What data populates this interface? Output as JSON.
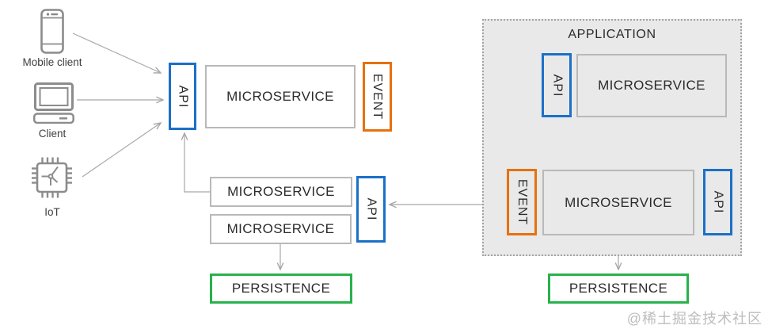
{
  "labels": {
    "application": "APPLICATION",
    "microservice": "MICROSERVICE",
    "api": "API",
    "event": "EVENT",
    "persistence": "PERSISTENCE"
  },
  "clients": [
    {
      "icon": "mobile-icon",
      "label": "Mobile client"
    },
    {
      "icon": "desktop-icon",
      "label": "Client"
    },
    {
      "icon": "iot-chip-icon",
      "label": "IoT"
    }
  ],
  "colors": {
    "api_border": "#1b70c8",
    "event_border": "#e7710f",
    "persistence_border": "#28b24c",
    "box_border": "#b9b9b9",
    "application_bg": "#e9e9e9",
    "application_border": "#a3a3a3",
    "arrow": "#a8a8a8",
    "icon": "#8c8c8c",
    "text": "#2b2b2b",
    "label": "#3f3f3f",
    "watermark": "#bdbdbd"
  },
  "watermark": "@稀土掘金技术社区"
}
